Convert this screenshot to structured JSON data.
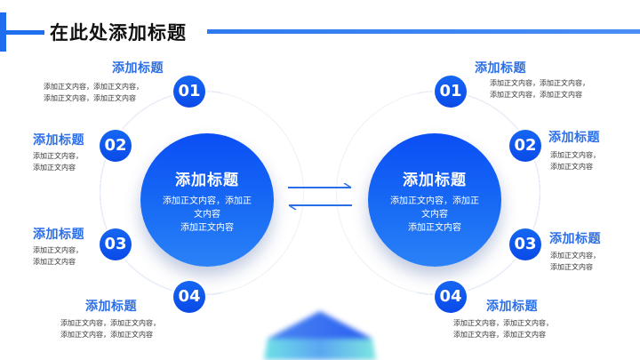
{
  "header": {
    "title": "在此处添加标题"
  },
  "colors": {
    "accent": "#1f6ef0",
    "label": "#2c6fe6",
    "circle_top": "#0a4ef5",
    "circle_bottom": "#2b82f6"
  },
  "left": {
    "center": {
      "title": "添加标题",
      "body_line1": "添加正文内容，添加正",
      "body_line2": "文内容",
      "body_line3": "添加正文内容"
    },
    "items": [
      {
        "num": "01",
        "title": "添加标题",
        "line1": "添加正文内容，添加正文内容，",
        "line2": "添加正文内容，添加正文内容"
      },
      {
        "num": "02",
        "title": "添加标题",
        "line1": "添加正文内容，",
        "line2": "添加正文内容"
      },
      {
        "num": "03",
        "title": "添加标题",
        "line1": "添加正文内容，",
        "line2": "添加正文内容"
      },
      {
        "num": "04",
        "title": "添加标题",
        "line1": "添加正文内容，添加正文内容，",
        "line2": "添加正文内容，添加正文内容"
      }
    ]
  },
  "right": {
    "center": {
      "title": "添加标题",
      "body_line1": "添加正文内容，添加正",
      "body_line2": "文内容",
      "body_line3": "添加正文内容"
    },
    "items": [
      {
        "num": "01",
        "title": "添加标题",
        "line1": "添加正文内容，添加正文内容，",
        "line2": "添加正文内容，添加正文内容"
      },
      {
        "num": "02",
        "title": "添加标题",
        "line1": "添加正文内容，",
        "line2": "添加正文内容"
      },
      {
        "num": "03",
        "title": "添加标题",
        "line1": "添加正文内容，",
        "line2": "添加正文内容"
      },
      {
        "num": "04",
        "title": "添加标题",
        "line1": "添加正文内容，添加正文内容，",
        "line2": "添加正文内容，添加正文内容"
      }
    ]
  },
  "icons": {
    "exchange": "exchange-arrows-icon",
    "decoration": "gem-shape"
  }
}
